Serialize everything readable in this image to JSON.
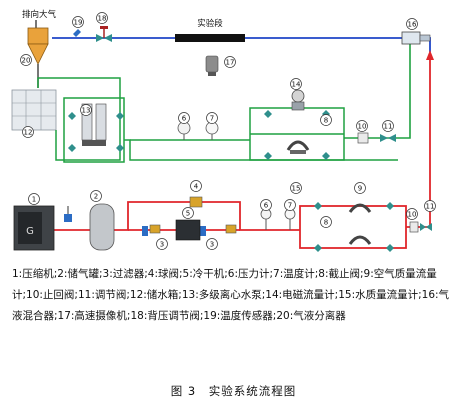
{
  "diagram": {
    "labels": {
      "exhaust": "排向大气",
      "section": "实验段"
    },
    "component_numbers": [
      "1",
      "2",
      "3",
      "3",
      "4",
      "5",
      "6",
      "7",
      "8",
      "9",
      "10",
      "11",
      "12",
      "13",
      "14",
      "15",
      "16",
      "17",
      "18",
      "19",
      "20",
      "6",
      "7",
      "8",
      "10",
      "11"
    ],
    "line_colors": {
      "gas": "#e0262b",
      "liquid": "#1fa140",
      "mixed": "#1f45c8",
      "equipment": "#555555"
    }
  },
  "legend_text": "1:压缩机;2:储气罐;3:过滤器;4:球阀;5:冷干机;6:压力计;7:温度计;8:截止阀;9:空气质量流量计;10:止回阀;11:调节阀;12:储水箱;13:多级离心水泵;14:电磁流量计;15:水质量流量计;16:气液混合器;17:高速摄像机;18:背压调节阀;19:温度传感器;20:气液分离器",
  "figure_title": "图 3　实验系统流程图"
}
